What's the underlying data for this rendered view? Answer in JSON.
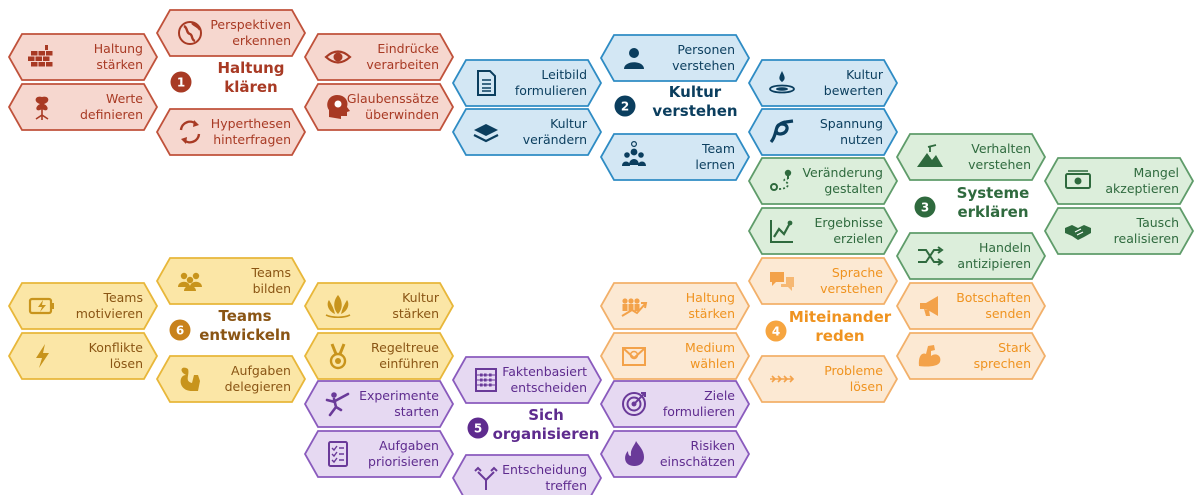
{
  "colors": {
    "c1": {
      "fill": "#f6d7cf",
      "stroke": "#c0523b",
      "text": "#a83a24",
      "icon": "#a83a24",
      "badge": "#a83a24"
    },
    "c2": {
      "fill": "#d3e7f4",
      "stroke": "#2f8cc4",
      "text": "#0b3e5e",
      "icon": "#0b3e5e",
      "badge": "#0b3e5e"
    },
    "c3": {
      "fill": "#dceedb",
      "stroke": "#5f9c6a",
      "text": "#2f6a3e",
      "icon": "#2f6a3e",
      "badge": "#2f6a3e"
    },
    "c4": {
      "fill": "#fce9d3",
      "stroke": "#f2b06a",
      "text": "#ef9320",
      "icon": "#f3a24a",
      "badge": "#f6a540"
    },
    "c5": {
      "fill": "#e6d9f2",
      "stroke": "#8a5bbd",
      "text": "#5e2b8e",
      "icon": "#6a3a99",
      "badge": "#5e2b8e"
    },
    "c6": {
      "fill": "#fbe6a6",
      "stroke": "#e8b73a",
      "text": "#8a5514",
      "icon": "#c8941c",
      "badge": "#c8821c"
    }
  },
  "hubs": [
    {
      "id": "1",
      "num": "1",
      "line1": "Haltung",
      "line2": "klären",
      "color": "c1"
    },
    {
      "id": "2",
      "num": "2",
      "line1": "Kultur",
      "line2": "verstehen",
      "color": "c2"
    },
    {
      "id": "3",
      "num": "3",
      "line1": "Systeme",
      "line2": "erklären",
      "color": "c3"
    },
    {
      "id": "4",
      "num": "4",
      "line1": "Miteinander",
      "line2": "reden",
      "color": "c4"
    },
    {
      "id": "5",
      "num": "5",
      "line1": "Sich",
      "line2": "organisieren",
      "color": "c5"
    },
    {
      "id": "6",
      "num": "6",
      "line1": "Teams",
      "line2": "entwickeln",
      "color": "c6"
    }
  ],
  "tiles": [
    {
      "id": "haltung-staerken-1",
      "color": "c1",
      "icon": "brick-wall-icon",
      "lines": [
        "Haltung",
        "stärken"
      ]
    },
    {
      "id": "werte-definieren",
      "color": "c1",
      "icon": "plant-roots-icon",
      "lines": [
        "Werte",
        "definieren"
      ]
    },
    {
      "id": "perspektiven-erkennen",
      "color": "c1",
      "icon": "globe-icon",
      "lines": [
        "Perspektiven",
        "erkennen"
      ]
    },
    {
      "id": "hyperthesen-hinterfragen",
      "color": "c1",
      "icon": "cycle-arrows-icon",
      "lines": [
        "Hyperthesen",
        "hinterfragen"
      ]
    },
    {
      "id": "eindruecke-verarbeiten",
      "color": "c1",
      "icon": "eye-icon",
      "lines": [
        "Eindrücke",
        "verarbeiten"
      ]
    },
    {
      "id": "glaubenssaetze-ueberwinden",
      "color": "c1",
      "icon": "head-gear-icon",
      "lines": [
        "Glaubenssätze",
        "überwinden"
      ]
    },
    {
      "id": "leitbild-formulieren",
      "color": "c2",
      "icon": "document-icon",
      "lines": [
        "Leitbild",
        "formulieren"
      ]
    },
    {
      "id": "kultur-veraendern",
      "color": "c2",
      "icon": "layers-icon",
      "lines": [
        "Kultur",
        "verändern"
      ]
    },
    {
      "id": "personen-verstehen",
      "color": "c2",
      "icon": "person-icon",
      "lines": [
        "Personen",
        "verstehen"
      ]
    },
    {
      "id": "team-lernen",
      "color": "c2",
      "icon": "team-icon",
      "lines": [
        "Team",
        "lernen"
      ]
    },
    {
      "id": "kultur-bewerten",
      "color": "c2",
      "icon": "water-drop-icon",
      "lines": [
        "Kultur",
        "bewerten"
      ]
    },
    {
      "id": "spannung-nutzen",
      "color": "c2",
      "icon": "knot-icon",
      "lines": [
        "Spannung",
        "nutzen"
      ]
    },
    {
      "id": "veraenderung-gestalten",
      "color": "c3",
      "icon": "route-icon",
      "lines": [
        "Veränderung",
        "gestalten"
      ]
    },
    {
      "id": "ergebnisse-erzielen",
      "color": "c3",
      "icon": "line-chart-icon",
      "lines": [
        "Ergebnisse",
        "erzielen"
      ]
    },
    {
      "id": "verhalten-verstehen",
      "color": "c3",
      "icon": "mountain-icon",
      "lines": [
        "Verhalten",
        "verstehen"
      ]
    },
    {
      "id": "handeln-antizipieren",
      "color": "c3",
      "icon": "shuffle-icon",
      "lines": [
        "Handeln",
        "antizipieren"
      ]
    },
    {
      "id": "mangel-akzeptieren",
      "color": "c3",
      "icon": "money-icon",
      "lines": [
        "Mangel",
        "akzeptieren"
      ]
    },
    {
      "id": "tausch-realisieren",
      "color": "c3",
      "icon": "handshake-icon",
      "lines": [
        "Tausch",
        "realisieren"
      ]
    },
    {
      "id": "haltung-staerken-4",
      "color": "c4",
      "icon": "group-growth-icon",
      "lines": [
        "Haltung",
        "stärken"
      ]
    },
    {
      "id": "medium-waehlen",
      "color": "c4",
      "icon": "envelope-icon",
      "lines": [
        "Medium",
        "wählen"
      ]
    },
    {
      "id": "sprache-verstehen",
      "color": "c4",
      "icon": "chat-icon",
      "lines": [
        "Sprache",
        "verstehen"
      ]
    },
    {
      "id": "probleme-loesen",
      "color": "c4",
      "icon": "arrows-icon",
      "lines": [
        "Probleme",
        "lösen"
      ]
    },
    {
      "id": "botschaften-senden",
      "color": "c4",
      "icon": "megaphone-icon",
      "lines": [
        "Botschaften",
        "senden"
      ]
    },
    {
      "id": "stark-sprechen",
      "color": "c4",
      "icon": "muscle-icon",
      "lines": [
        "Stark",
        "sprechen"
      ]
    },
    {
      "id": "experimente-starten",
      "color": "c5",
      "icon": "kick-icon",
      "lines": [
        "Experimente",
        "starten"
      ]
    },
    {
      "id": "aufgaben-priorisieren",
      "color": "c5",
      "icon": "checklist-icon",
      "lines": [
        "Aufgaben",
        "priorisieren"
      ]
    },
    {
      "id": "faktenbasiert-entscheiden",
      "color": "c5",
      "icon": "abacus-icon",
      "lines": [
        "Faktenbasiert",
        "entscheiden"
      ]
    },
    {
      "id": "entscheidung-treffen",
      "color": "c5",
      "icon": "fork-arrow-icon",
      "lines": [
        "Entscheidung",
        "treffen"
      ]
    },
    {
      "id": "ziele-formulieren",
      "color": "c5",
      "icon": "target-icon",
      "lines": [
        "Ziele",
        "formulieren"
      ]
    },
    {
      "id": "risiken-einschaetzen",
      "color": "c5",
      "icon": "fire-icon",
      "lines": [
        "Risiken",
        "einschätzen"
      ]
    },
    {
      "id": "teams-motivieren",
      "color": "c6",
      "icon": "battery-icon",
      "lines": [
        "Teams",
        "motivieren"
      ]
    },
    {
      "id": "konflikte-loesen",
      "color": "c6",
      "icon": "lightning-icon",
      "lines": [
        "Konflikte",
        "lösen"
      ]
    },
    {
      "id": "teams-bilden",
      "color": "c6",
      "icon": "people-icon",
      "lines": [
        "Teams",
        "bilden"
      ]
    },
    {
      "id": "aufgaben-delegieren",
      "color": "c6",
      "icon": "squirrel-icon",
      "lines": [
        "Aufgaben",
        "delegieren"
      ]
    },
    {
      "id": "kultur-staerken",
      "color": "c6",
      "icon": "lotus-icon",
      "lines": [
        "Kultur",
        "stärken"
      ]
    },
    {
      "id": "regeltreue-einfuehren",
      "color": "c6",
      "icon": "medal-icon",
      "lines": [
        "Regeltreue",
        "einführen"
      ]
    }
  ]
}
